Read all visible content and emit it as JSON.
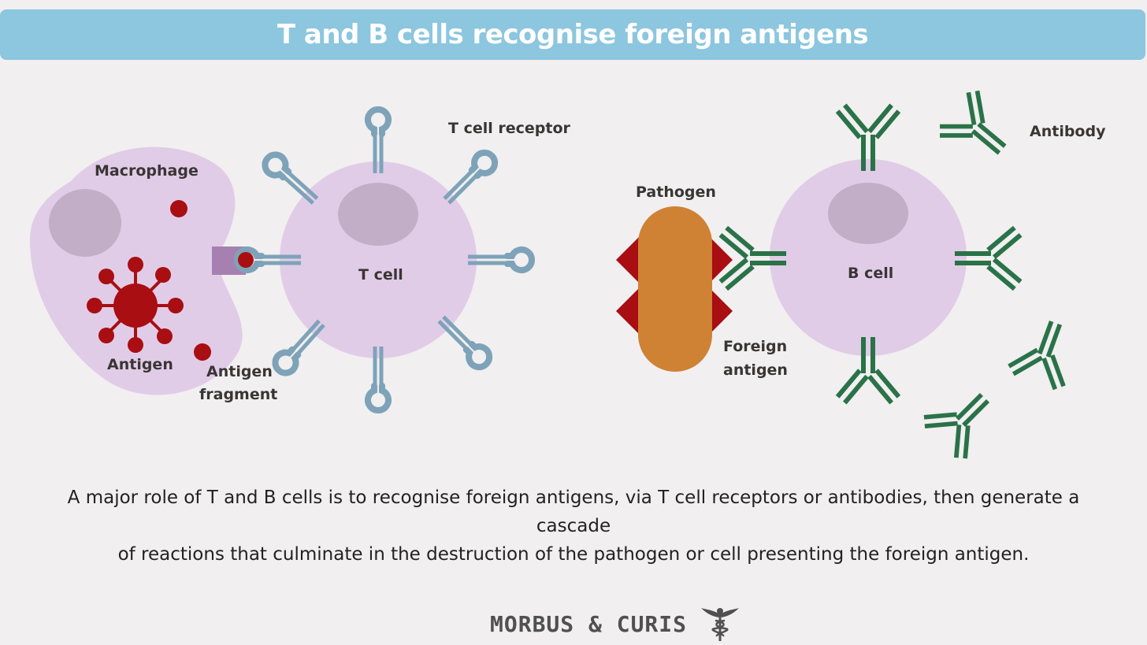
{
  "header": {
    "title": "T and B cells recognise foreign antigens"
  },
  "labels": {
    "macrophage": "Macrophage",
    "antigen": "Antigen",
    "antigen_fragment_line1": "Antigen",
    "antigen_fragment_line2": "fragment",
    "t_cell_receptor": "T cell receptor",
    "t_cell": "T cell",
    "pathogen": "Pathogen",
    "foreign_antigen_line1": "Foreign",
    "foreign_antigen_line2": "antigen",
    "b_cell": "B cell",
    "antibody": "Antibody"
  },
  "caption": {
    "line1": "A major role of T and B cells is to recognise foreign antigens, via T cell receptors or antibodies, then generate a cascade",
    "line2": "of reactions that culminate in the destruction of the pathogen or cell presenting the foreign antigen."
  },
  "brand": {
    "name": "MORBUS & CURIS",
    "logo_icon": "caduceus-icon"
  },
  "colors": {
    "header_bg": "#8cc6df",
    "cell_fill": "#e1cce7",
    "nucleus_fill": "#c3aec7",
    "receptor": "#7ea3b9",
    "antigen_red": "#a80e12",
    "pathogen_orange": "#cf8134",
    "antibody_green": "#2a7248",
    "mhc_purple": "#a680b0"
  }
}
